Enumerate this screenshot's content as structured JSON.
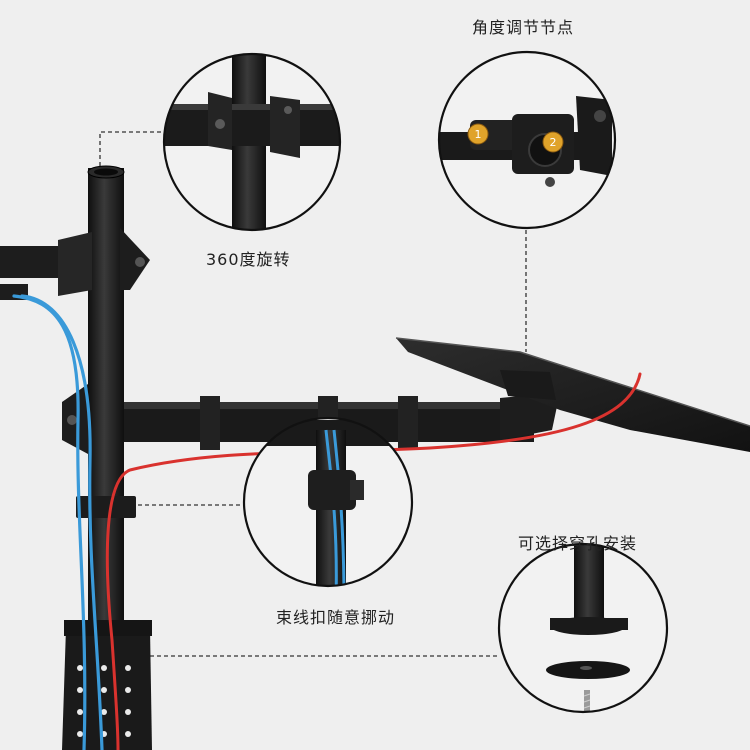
{
  "labels": {
    "angle_adjust": "角度调节节点",
    "rotation": "360度旋转",
    "cable_clip": "束线扣随意挪动",
    "grommet": "可选择穿孔安装"
  },
  "markers": [
    "1",
    "2"
  ],
  "colors": {
    "background": "#efefef",
    "metal": "#1b1b1b",
    "metal_highlight": "#3a3a3a",
    "cable_blue": "#3a9ad9",
    "cable_red": "#d9322e",
    "knob": "#e0a32a",
    "callout_border": "#111111",
    "dashed_line": "#333333"
  }
}
